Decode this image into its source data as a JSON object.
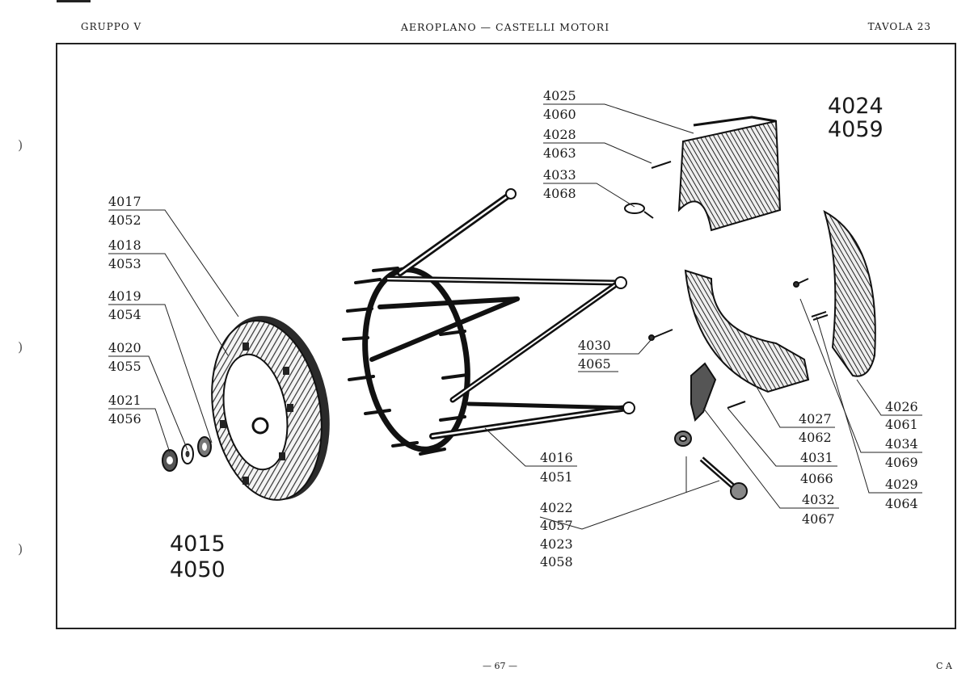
{
  "header": {
    "left": "GRUPPO V",
    "center": "AEROPLANO — CASTELLI MOTORI",
    "right": "TAVOLA 23"
  },
  "footer": {
    "page": "— 67 —",
    "mark": "C A"
  },
  "big_labels": {
    "l4015": "4015",
    "l4050": "4050",
    "l4024": "4024",
    "l4059": "4059"
  },
  "callouts": {
    "c4017": "4017",
    "c4052": "4052",
    "c4018": "4018",
    "c4053": "4053",
    "c4019": "4019",
    "c4054": "4054",
    "c4020": "4020",
    "c4055": "4055",
    "c4021": "4021",
    "c4056": "4056",
    "c4025": "4025",
    "c4060": "4060",
    "c4028": "4028",
    "c4063": "4063",
    "c4033": "4033",
    "c4068": "4068",
    "c4030": "4030",
    "c4065": "4065",
    "c4016": "4016",
    "c4051": "4051",
    "c4022": "4022",
    "c4057": "4057",
    "c4023": "4023",
    "c4058": "4058",
    "c4027": "4027",
    "c4062": "4062",
    "c4031": "4031",
    "c4066": "4066",
    "c4032": "4032",
    "c4067": "4067",
    "c4026": "4026",
    "c4061": "4061",
    "c4034": "4034",
    "c4069": "4069",
    "c4029": "4029",
    "c4064": "4064"
  }
}
